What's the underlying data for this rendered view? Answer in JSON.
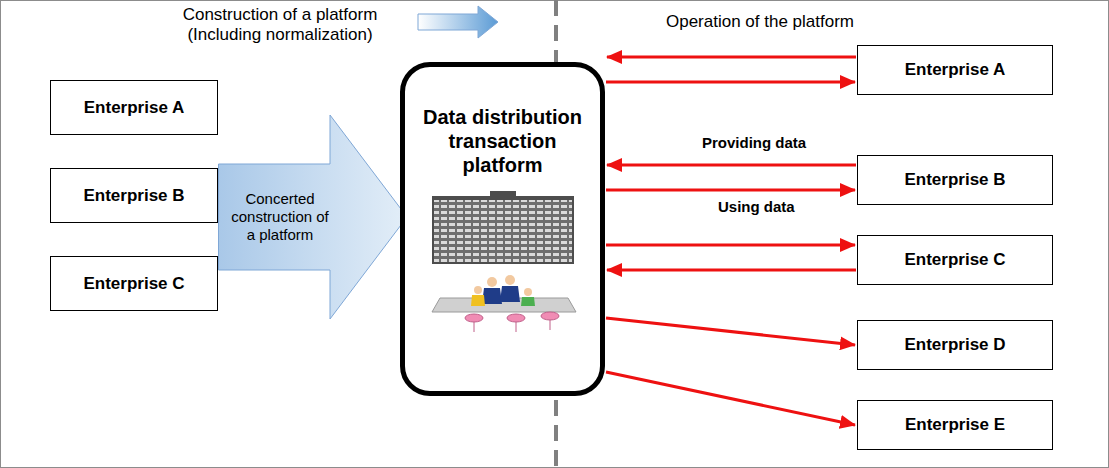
{
  "diagram": {
    "nodes": [
      {
        "text": [
          "Enterprise A"
        ]
      },
      {
        "text": [
          "Enterprise B"
        ]
      },
      {
        "text": [
          "Enterprise C"
        ]
      },
      {
        "text": [
          "Concerted construction of a platform"
        ]
      },
      {
        "text": [
          "Data distribution transaction platform"
        ]
      },
      {
        "text": [
          "Enterprise A"
        ]
      },
      {
        "text": [
          "Enterprise B"
        ]
      },
      {
        "text": [
          "Enterprise C"
        ]
      },
      {
        "text": [
          "Enterprise D"
        ]
      },
      {
        "text": [
          "Enterprise E"
        ]
      }
    ],
    "edges": [
      {
        "from": 5,
        "to": 4,
        "arrow": "to"
      },
      {
        "from": 4,
        "to": 5,
        "arrow": "to"
      },
      {
        "from": 6,
        "to": 4,
        "label": "Providing data",
        "arrow": "to"
      },
      {
        "from": 4,
        "to": 6,
        "label": "Using data",
        "arrow": "to"
      },
      {
        "from": 4,
        "to": 7,
        "arrow": "to"
      },
      {
        "from": 7,
        "to": 4,
        "arrow": "to"
      },
      {
        "from": 4,
        "to": 8,
        "arrow": "to"
      },
      {
        "from": 4,
        "to": 9,
        "arrow": "to"
      }
    ],
    "labels": [
      "Construction of a platform (Including normalization)",
      "Operation of the platform"
    ]
  }
}
